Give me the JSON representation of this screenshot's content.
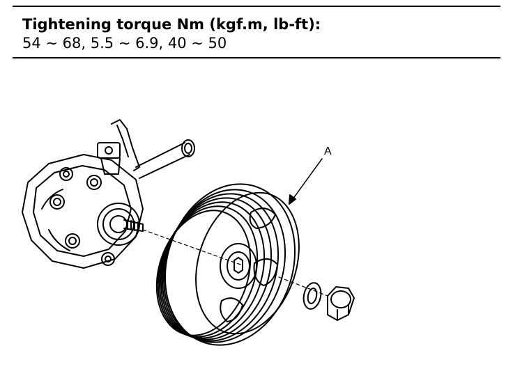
{
  "spec": {
    "title": "Tightening torque Nm (kgf.m, lb-ft):",
    "values": "54 ~ 68, 5.5 ~ 6.9, 40 ~ 50"
  },
  "figure": {
    "callout_label": "A"
  }
}
